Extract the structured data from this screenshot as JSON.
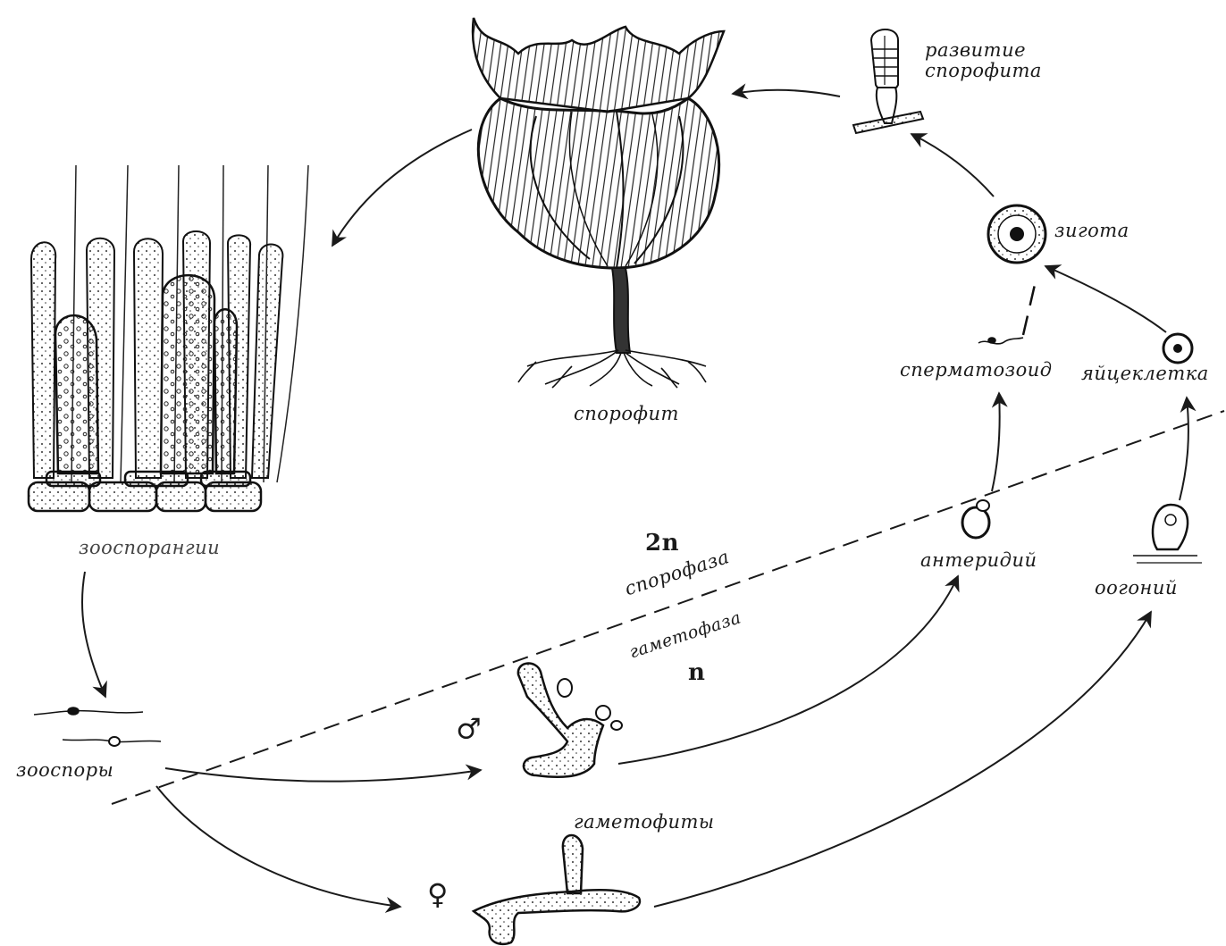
{
  "labels": {
    "sporophyte": "спорофит",
    "sporophyte_development": "развитие\nспорофита",
    "zygote": "зигота",
    "spermatozoid": "сперматозоид",
    "egg_cell": "яйцеклетка",
    "antheridium": "антеридий",
    "oogonium": "оогоний",
    "zoosporangia": "зооспорангии",
    "zoospores": "зооспоры",
    "gametophytes": "гаметофиты",
    "sporophase_ploidy": "2n",
    "sporophase": "спорофаза",
    "gametophase": "гаметофаза",
    "gametophase_ploidy": "n",
    "male_symbol": "♂",
    "female_symbol": "♀"
  },
  "icons": {
    "sporophyte": "kelp-sporophyte-icon",
    "zoosporangia": "zoosporangia-tissue-icon",
    "zygote": "zygote-cell-icon",
    "egg": "egg-cell-icon",
    "antheridium": "antheridium-icon",
    "oogonium": "oogonium-icon",
    "male_gametophyte": "male-gametophyte-icon",
    "female_gametophyte": "female-gametophyte-icon",
    "young_sporophyte": "young-sporophyte-icon"
  },
  "colors": {
    "ink": "#1a1a1a",
    "background": "#ffffff"
  }
}
